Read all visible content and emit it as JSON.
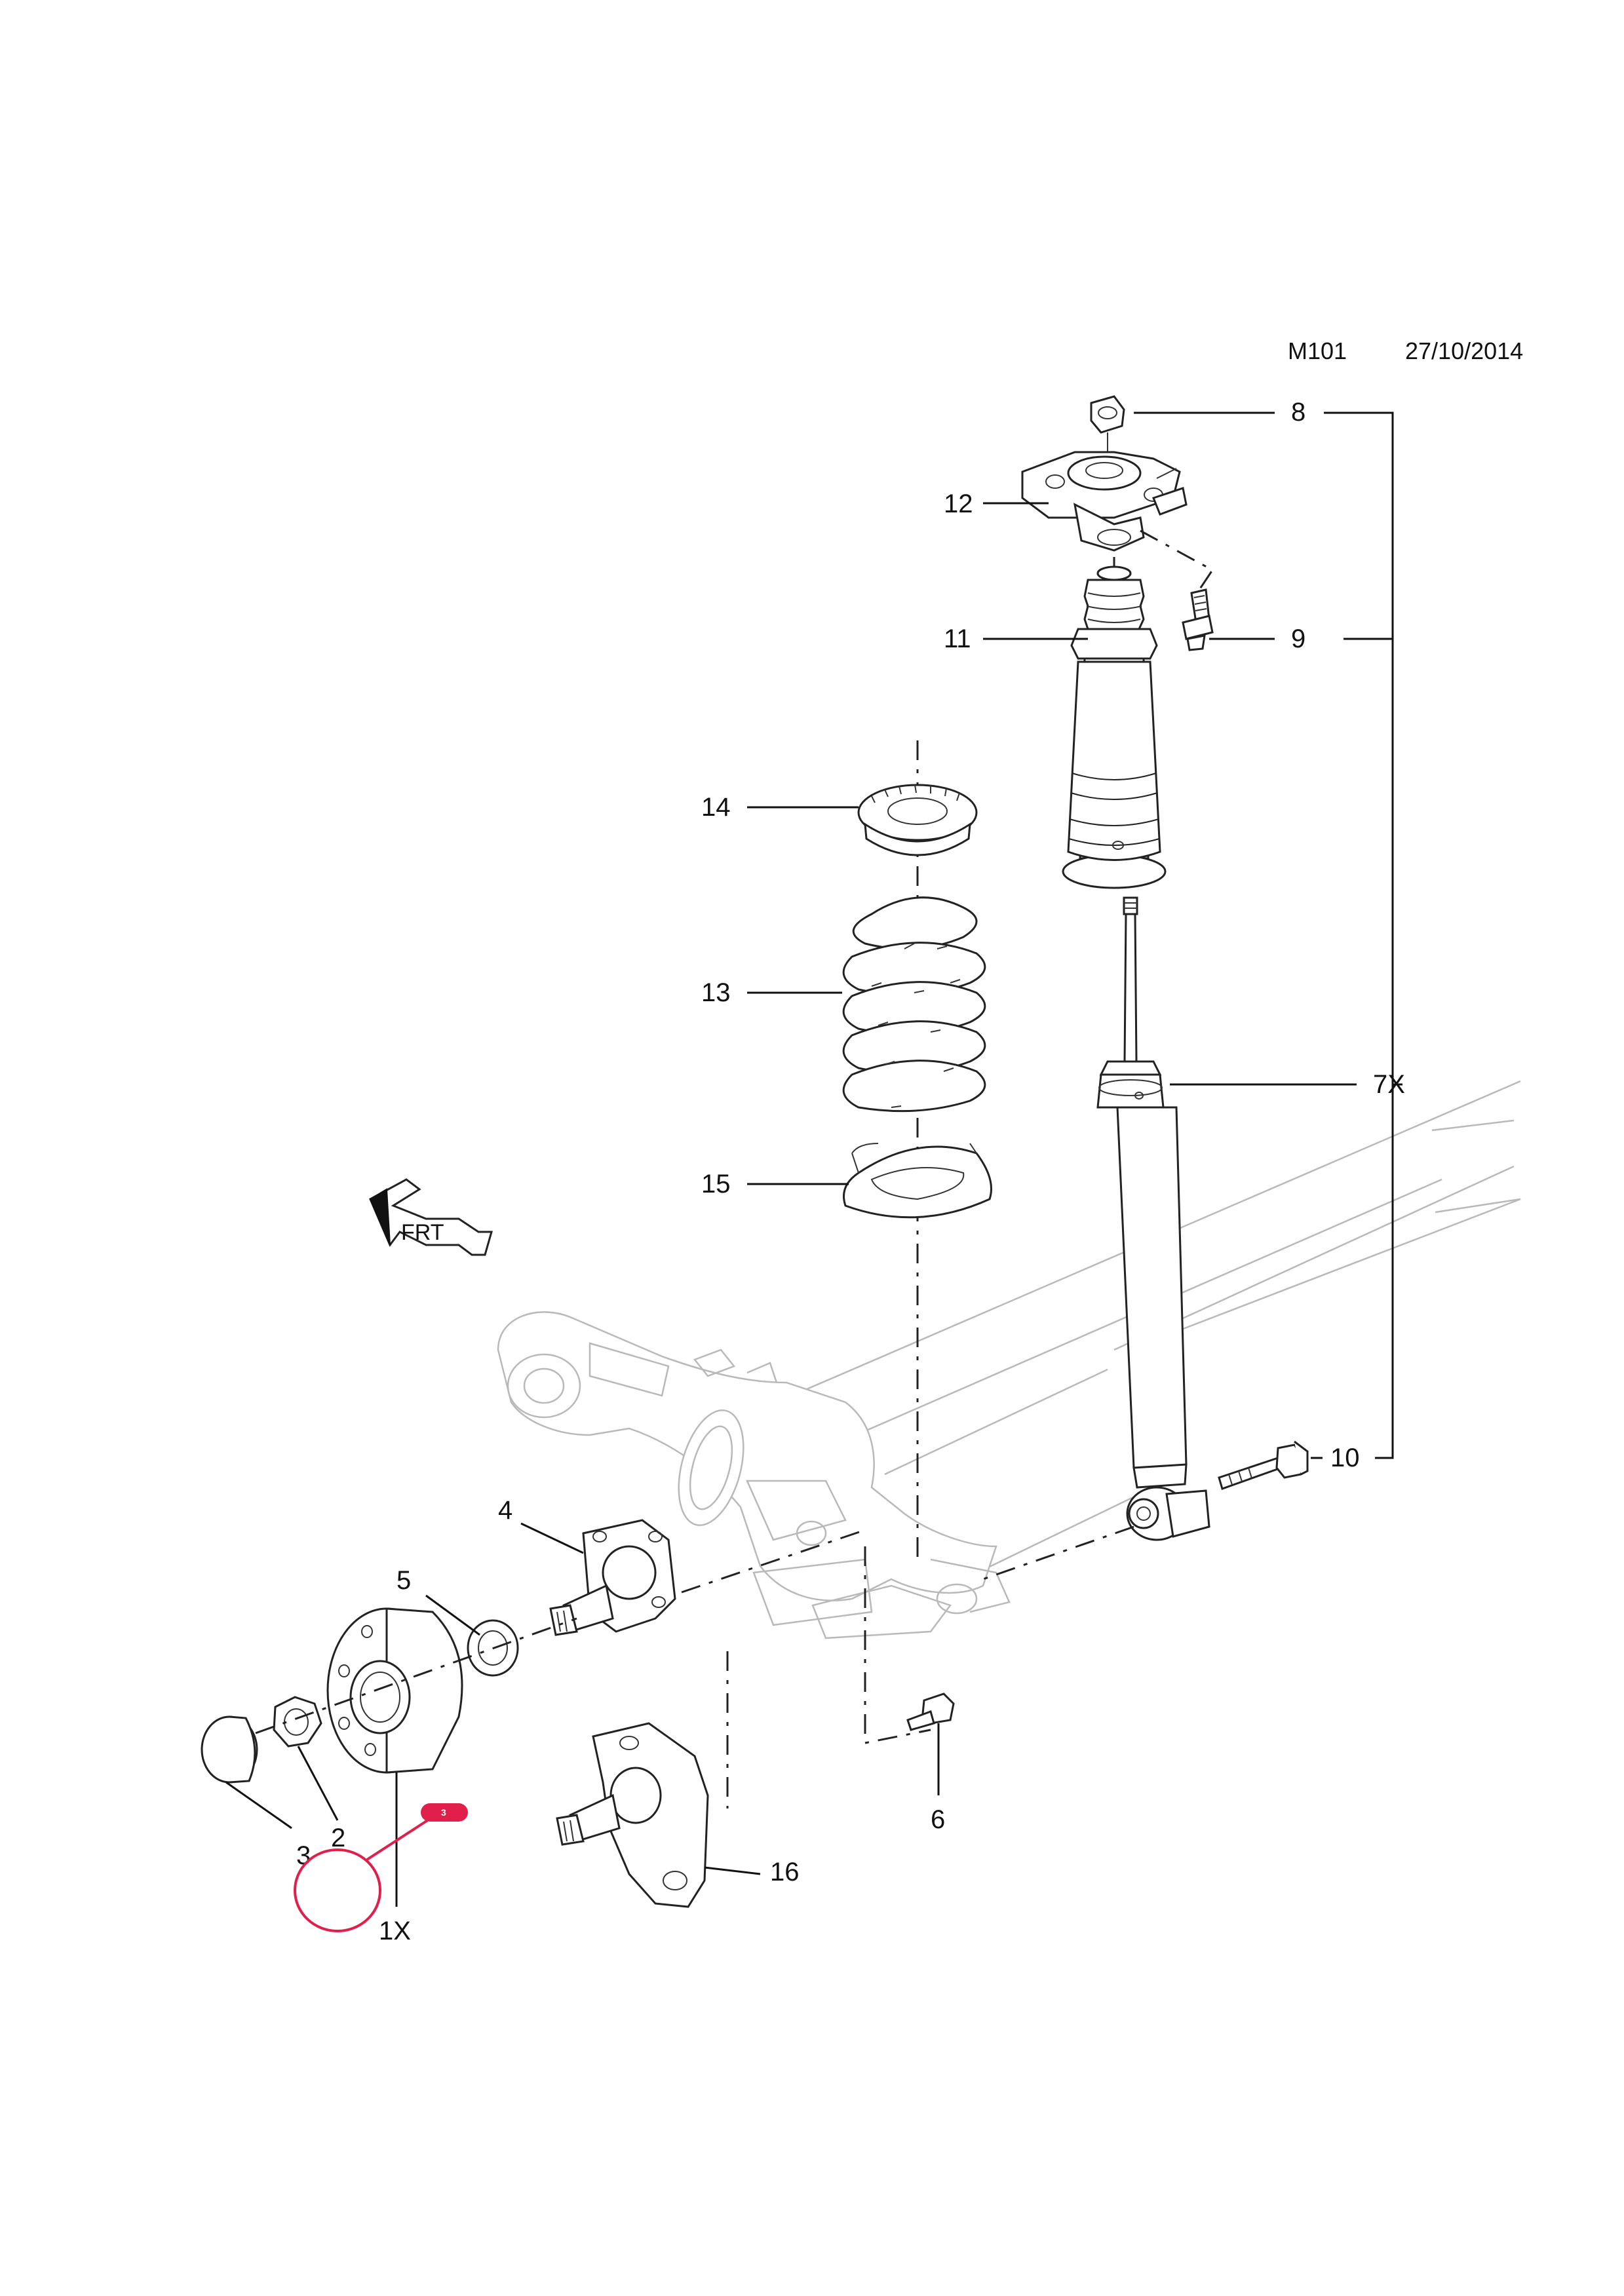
{
  "header": {
    "code": "M101",
    "date": "27/10/2014"
  },
  "callouts": [
    {
      "id": "c8",
      "label": "8"
    },
    {
      "id": "c12",
      "label": "12"
    },
    {
      "id": "c9",
      "label": "9"
    },
    {
      "id": "c11",
      "label": "11"
    },
    {
      "id": "c14",
      "label": "14"
    },
    {
      "id": "c13",
      "label": "13"
    },
    {
      "id": "c7x",
      "label": "7X"
    },
    {
      "id": "c15",
      "label": "15"
    },
    {
      "id": "c10",
      "label": "10"
    },
    {
      "id": "c4",
      "label": "4"
    },
    {
      "id": "c5",
      "label": "5"
    },
    {
      "id": "c6",
      "label": "6"
    },
    {
      "id": "c16",
      "label": "16"
    },
    {
      "id": "c2",
      "label": "2"
    },
    {
      "id": "c3",
      "label": "3"
    },
    {
      "id": "c1x",
      "label": "1X"
    }
  ],
  "frt_sign": "FRT",
  "markup": {
    "badge": "3",
    "color": "#e0204a"
  }
}
